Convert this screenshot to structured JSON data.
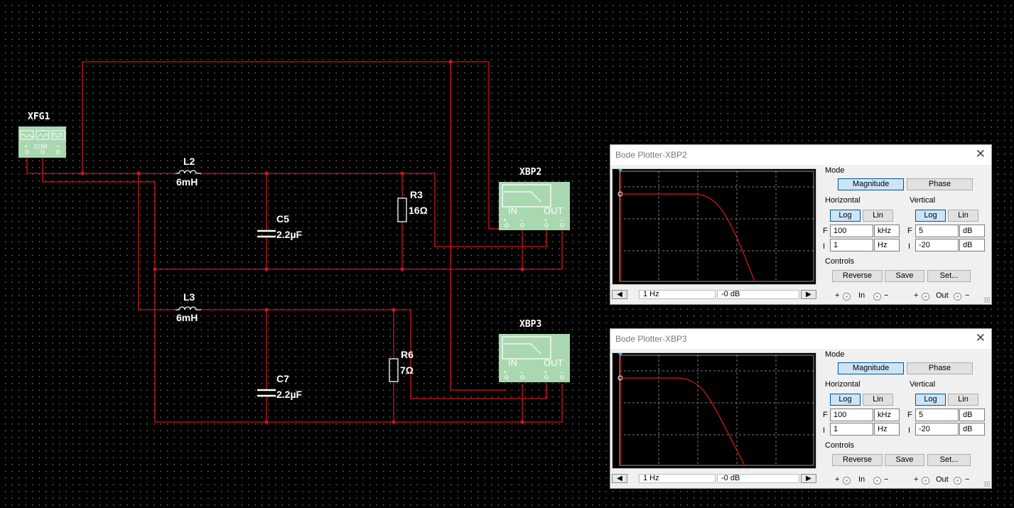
{
  "schematic": {
    "generator": {
      "ref": "XFG1",
      "terminals": [
        "+",
        "COM",
        "−"
      ]
    },
    "upper_filter": {
      "inductor": {
        "ref": "L2",
        "value": "6mH"
      },
      "capacitor": {
        "ref": "C5",
        "value": "2.2µF"
      },
      "resistor": {
        "ref": "R3",
        "value": "16Ω"
      }
    },
    "lower_filter": {
      "inductor": {
        "ref": "L3",
        "value": "6mH"
      },
      "capacitor": {
        "ref": "C7",
        "value": "2.2µF"
      },
      "resistor": {
        "ref": "R6",
        "value": "7Ω"
      }
    },
    "bode_instruments": [
      {
        "ref": "XBP2",
        "in_label": "IN",
        "out_label": "OUT",
        "pins": [
          "+",
          "−",
          "+",
          "−"
        ]
      },
      {
        "ref": "XBP3",
        "in_label": "IN",
        "out_label": "OUT",
        "pins": [
          "+",
          "−",
          "+",
          "−"
        ]
      }
    ],
    "wire_color": "#d0141c"
  },
  "bode_plotters": [
    {
      "title": "Bode Plotter-XBP2",
      "mode_label": "Mode",
      "magnitude_label": "Magnitude",
      "phase_label": "Phase",
      "horizontal_label": "Horizontal",
      "vertical_label": "Vertical",
      "log_label": "Log",
      "lin_label": "Lin",
      "f_label": "F",
      "i_label": "I",
      "h_final_value": "100",
      "h_final_unit": "kHz",
      "h_initial_value": "1",
      "h_initial_unit": "Hz",
      "v_final_value": "5",
      "v_final_unit": "dB",
      "v_initial_value": "-20",
      "v_initial_unit": "dB",
      "controls_label": "Controls",
      "reverse_label": "Reverse",
      "save_label": "Save",
      "set_label": "Set...",
      "cursor_freq": "1 Hz",
      "cursor_gain": "-0 dB",
      "in_label": "In",
      "out_label": "Out",
      "plus": "+",
      "minus": "−",
      "trace_color": "#e01818"
    },
    {
      "title": "Bode Plotter-XBP3",
      "mode_label": "Mode",
      "magnitude_label": "Magnitude",
      "phase_label": "Phase",
      "horizontal_label": "Horizontal",
      "vertical_label": "Vertical",
      "log_label": "Log",
      "lin_label": "Lin",
      "f_label": "F",
      "i_label": "I",
      "h_final_value": "100",
      "h_final_unit": "kHz",
      "h_initial_value": "1",
      "h_initial_unit": "Hz",
      "v_final_value": "5",
      "v_final_unit": "dB",
      "v_initial_value": "-20",
      "v_initial_unit": "dB",
      "controls_label": "Controls",
      "reverse_label": "Reverse",
      "save_label": "Save",
      "set_label": "Set...",
      "cursor_freq": "1 Hz",
      "cursor_gain": "-0 dB",
      "in_label": "In",
      "out_label": "Out",
      "plus": "+",
      "minus": "−",
      "trace_color": "#e01818"
    }
  ]
}
